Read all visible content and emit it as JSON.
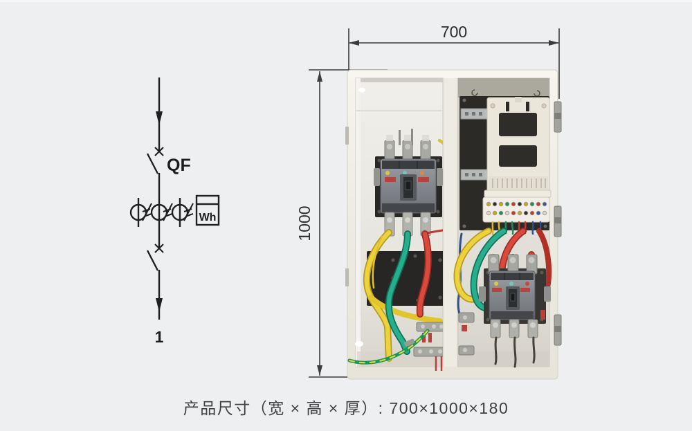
{
  "page": {
    "caption": "产品尺寸（宽 × 高 × 厚）: 700×1000×180"
  },
  "schematic": {
    "incoming_breaker_label": "QF",
    "energy_meter_label": "Wh",
    "outgoing_circuit_label": "1"
  },
  "dimensions": {
    "width_mm": "700",
    "height_mm": "1000"
  },
  "colors": {
    "background": "#edeff0",
    "line_art": "#1f2022",
    "dimension_lines": "#3c3c3c",
    "caption_text": "#3e4043",
    "cabinet_body": "#efede5",
    "panel_black": "#2b2a27",
    "breaker_gray": "#868b90",
    "cable_yellow": "#e8cb35",
    "cable_green": "#1ca183",
    "cable_red": "#c8382e",
    "cable_blue": "#2e4f92",
    "earth_wire_green": "#17985a"
  }
}
